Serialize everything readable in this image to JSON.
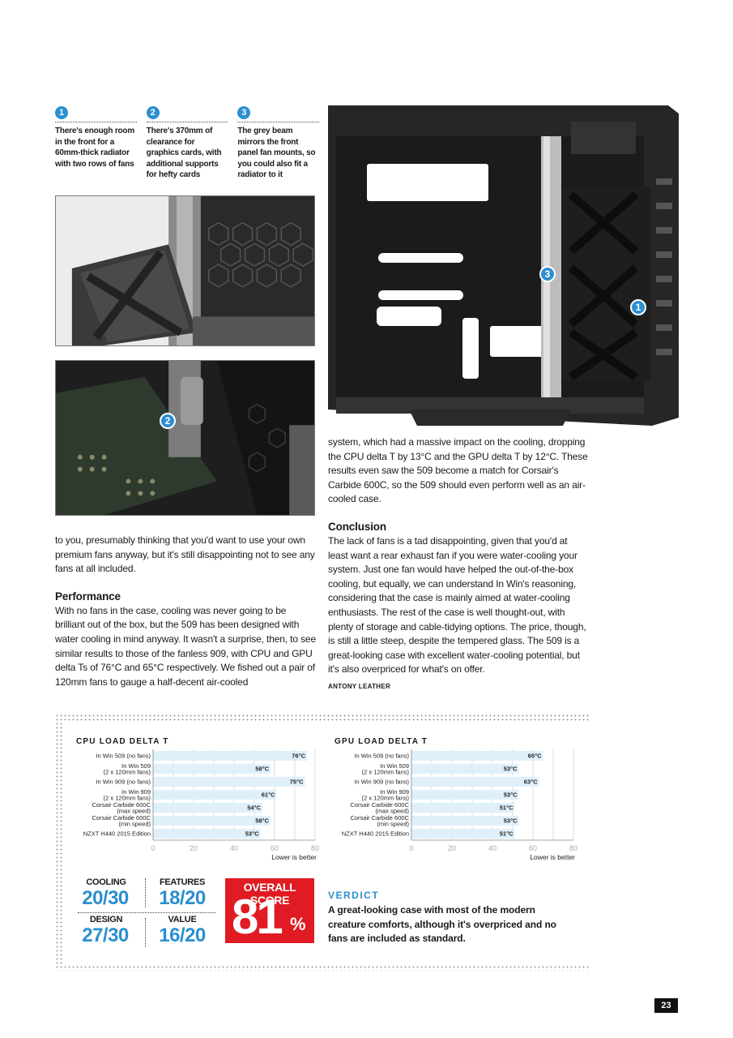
{
  "callouts": [
    {
      "num": "1",
      "text": "There's enough room in the front for a 60mm-thick radiator with two rows of fans"
    },
    {
      "num": "2",
      "text": "There's 370mm of clearance for graphics cards, with additional supports for hefty cards"
    },
    {
      "num": "3",
      "text": "The grey beam mirrors the front panel fan mounts, so you could also fit a radiator to it"
    }
  ],
  "photo_badges": {
    "mount": "2",
    "case_beam": "3",
    "case_front": "1"
  },
  "left_column": {
    "para1": "to you, presumably thinking that you'd want to use your own premium fans anyway, but it's still disappointing not to see any fans at all included.",
    "heading": "Performance",
    "para2": "With no fans in the case, cooling was never going to be brilliant out of the box, but the 509 has been designed with water cooling in mind anyway. It wasn't a surprise, then, to see similar results to those of the fanless 909, with CPU and GPU delta Ts of 76°C and 65°C respectively. We fished out a pair of 120mm fans to gauge a half-decent air-cooled"
  },
  "right_column": {
    "para1": "system, which had a massive impact on the cooling, dropping the CPU delta T by 13°C and the GPU delta T by 12°C. These results even saw the 509 become a match for Corsair's Carbide 600C, so the 509 should even perform well as an air-cooled case.",
    "heading": "Conclusion",
    "para2": "The lack of fans is a tad disappointing, given that you'd at least want a rear exhaust fan if you were water-cooling your system. Just one fan would have helped the out-of-the-box cooling, but equally, we can understand In Win's reasoning, considering that the case is mainly aimed at water-cooling enthusiasts. The rest of the case is well thought-out, with plenty of storage and cable-tidying options. The price, though, is still a little steep, despite the tempered glass. The 509 is a great-looking case with excellent water-cooling potential, but it's also overpriced for what's on offer.",
    "byline": "ANTONY LEATHER"
  },
  "chart_data": [
    {
      "type": "bar",
      "orientation": "horizontal",
      "title": "CPU LOAD DELTA T",
      "categories": [
        "In Win 509 (no fans)",
        "In Win 509 (2 x 120mm fans)",
        "In Win 909 (no fans)",
        "In Win 909 (2 x 120mm fans)",
        "Corsair Carbide 600C (max speed)",
        "Corsair Carbide 600C (min speed)",
        "NZXT H440 2015 Edition"
      ],
      "values": [
        76,
        58,
        75,
        61,
        54,
        58,
        53
      ],
      "value_labels": [
        "76°C",
        "58°C",
        "75°C",
        "61°C",
        "54°C",
        "58°C",
        "53°C"
      ],
      "xlim": [
        0,
        80
      ],
      "xticks": [
        "0",
        "20",
        "40",
        "60",
        "80"
      ],
      "note": "Lower is better",
      "grid": true
    },
    {
      "type": "bar",
      "orientation": "horizontal",
      "title": "GPU LOAD DELTA T",
      "categories": [
        "In Win 509 (no fans)",
        "In Win 509 (2 x 120mm fans)",
        "In Win 909 (no fans)",
        "In Win 909 (2 x 120mm fans)",
        "Corsair Carbide 600C (max speed)",
        "Corsair Carbide 600C (min speed)",
        "NZXT H440 2015 Edition"
      ],
      "values": [
        65,
        53,
        63,
        53,
        51,
        53,
        51
      ],
      "value_labels": [
        "65°C",
        "53°C",
        "63°C",
        "53°C",
        "51°C",
        "53°C",
        "51°C"
      ],
      "xlim": [
        0,
        80
      ],
      "xticks": [
        "0",
        "20",
        "40",
        "60",
        "80"
      ],
      "note": "Lower is better",
      "grid": true
    }
  ],
  "scores": {
    "cooling": {
      "label": "COOLING",
      "value": "20/30"
    },
    "features": {
      "label": "FEATURES",
      "value": "18/20"
    },
    "design": {
      "label": "DESIGN",
      "value": "27/30"
    },
    "value": {
      "label": "VALUE",
      "value": "16/20"
    },
    "overall": {
      "label": "OVERALL SCORE",
      "value": "81",
      "unit": "%"
    }
  },
  "verdict": {
    "title": "VERDICT",
    "text": "A great-looking case with most of the modern creature comforts, although it's overpriced and no fans are included as standard."
  },
  "page_number": "23",
  "colors": {
    "accent": "#2b8fd0",
    "score_red": "#e01b23",
    "bar_fill": "#dff0fb"
  }
}
